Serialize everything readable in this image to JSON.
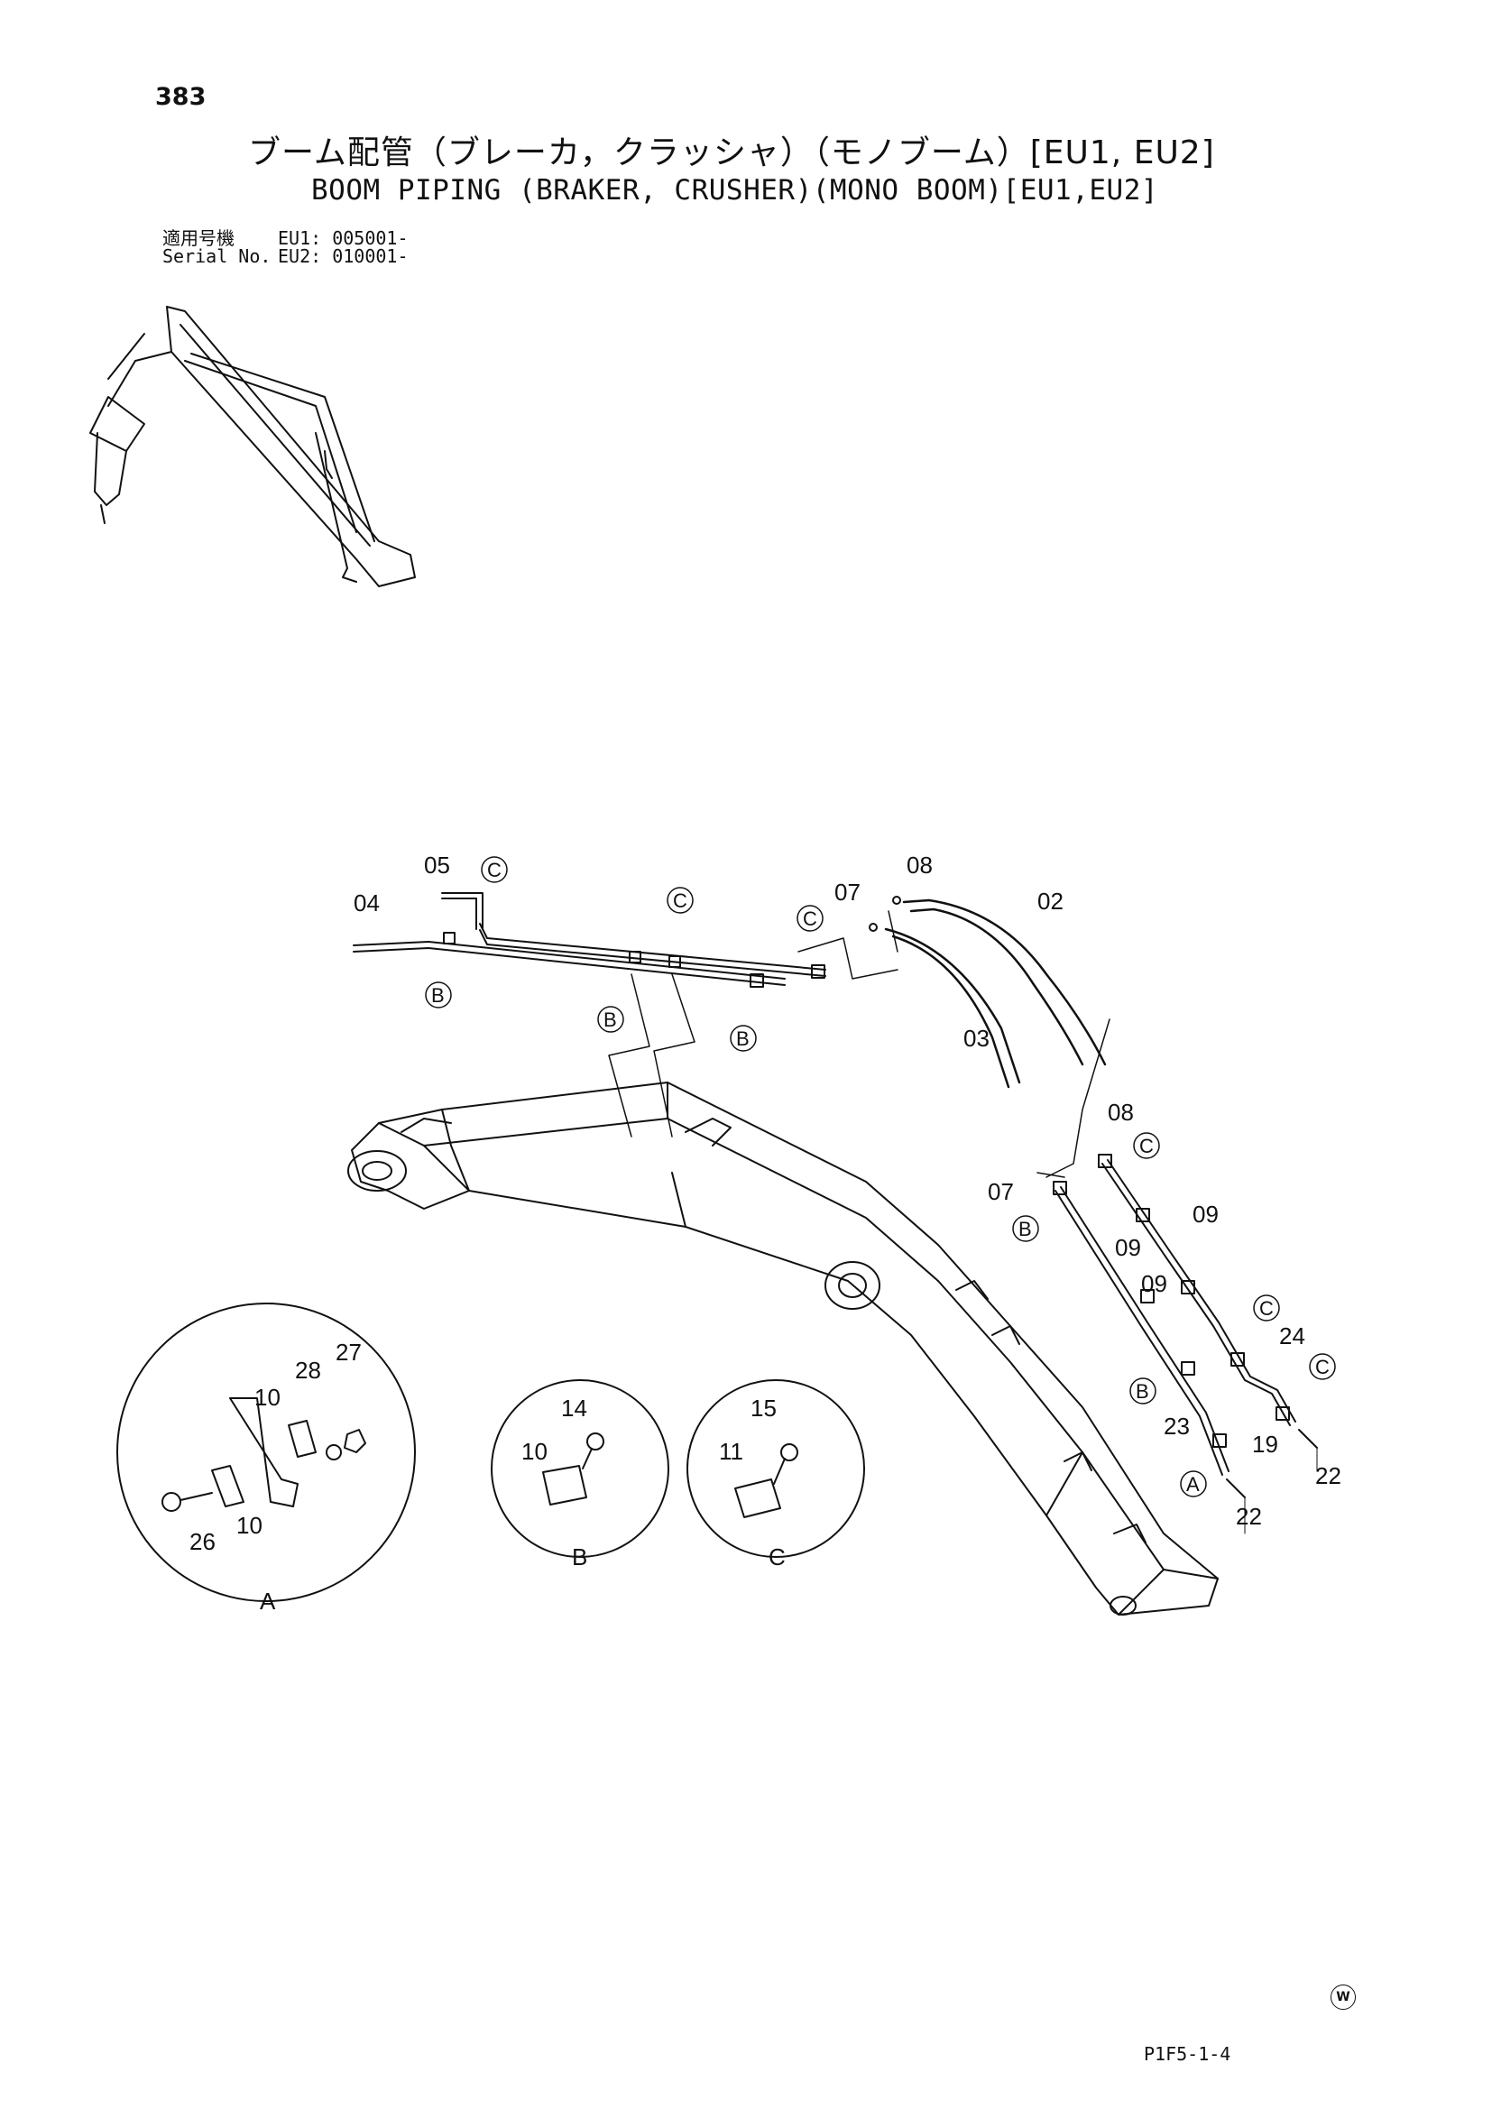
{
  "page_number": "383",
  "title_jp": "ブーム配管（ブレーカ，クラッシャ）（モノブーム）[EU1, EU2]",
  "title_en": "BOOM PIPING (BRAKER, CRUSHER)(MONO BOOM)[EU1,EU2]",
  "serial": [
    {
      "label": "適用号機",
      "value": "EU1: 005001-"
    },
    {
      "label": "Serial No.",
      "value": "EU2: 010001-"
    }
  ],
  "part_labels": {
    "p04": "04",
    "p05": "05",
    "p07a": "07",
    "p08a": "08",
    "p02": "02",
    "p03": "03",
    "p08b": "08",
    "p07b": "07",
    "p09a": "09",
    "p09b": "09",
    "p09c": "09",
    "p24": "24",
    "p23": "23",
    "p19": "19",
    "p22a": "22",
    "p22b": "22",
    "a28": "28",
    "a27": "27",
    "a10a": "10",
    "a26": "26",
    "a10b": "10",
    "b14": "14",
    "b10": "10",
    "c15": "15",
    "c11": "11"
  },
  "callouts": {
    "c1": "C",
    "c2": "C",
    "c3": "C",
    "c4": "C",
    "c5": "C",
    "c6": "C",
    "b1": "B",
    "b2": "B",
    "b3": "B",
    "b4": "B",
    "b5": "B",
    "a1": "A"
  },
  "detail_labels": {
    "A": "A",
    "B": "B",
    "C": "C"
  },
  "watermark": "W",
  "figure_code": "P1F5-1-4"
}
